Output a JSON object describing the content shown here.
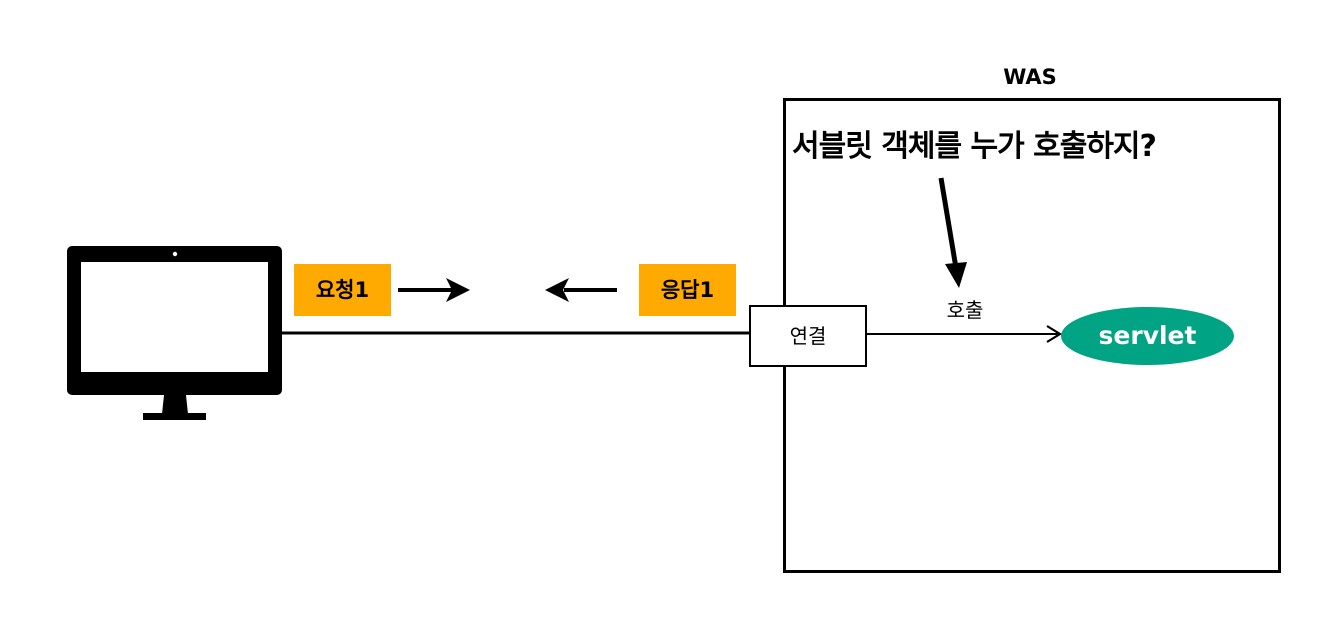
{
  "was_label": "WAS",
  "question": "서블릿 객체를 누가 호출하지?",
  "request_tag": "요청1",
  "response_tag": "응답1",
  "connection_label": "연결",
  "call_label": "호출",
  "servlet_label": "servlet",
  "colors": {
    "tag_background": "#FFAA00",
    "servlet_fill": "#00A383",
    "stroke": "#000000"
  },
  "icons": {
    "client": "desktop-monitor-icon"
  }
}
